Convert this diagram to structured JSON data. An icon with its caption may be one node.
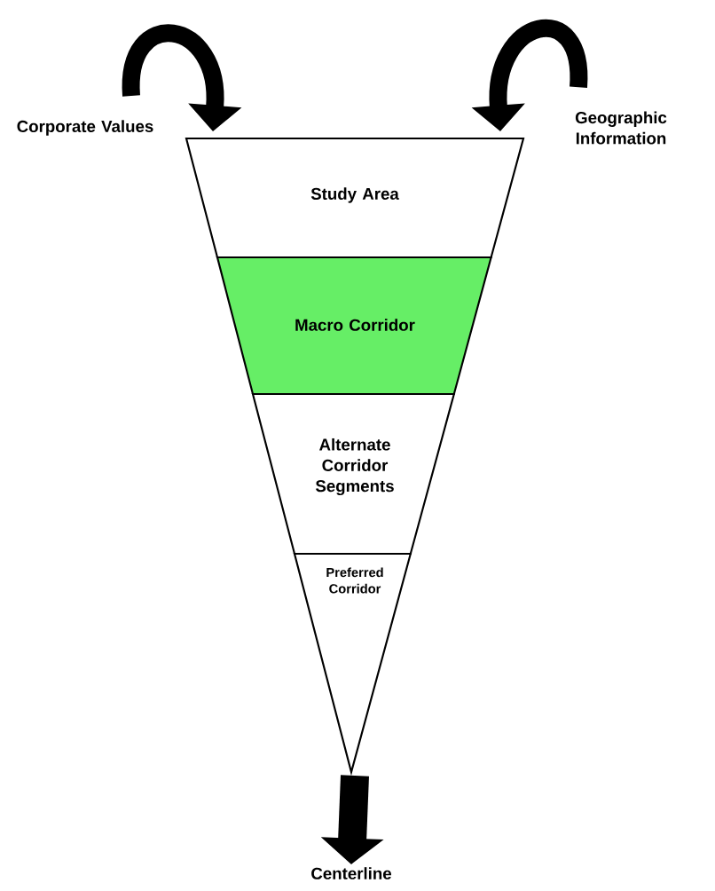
{
  "diagram": {
    "nodes": [
      {
        "text": [
          "Corporate Values"
        ]
      },
      {
        "text": [
          "Geographic Information"
        ]
      },
      {
        "text": [
          "Study Area"
        ]
      },
      {
        "text": [
          "Macro Corridor"
        ]
      },
      {
        "text": [
          "Alternate Corridor Segments"
        ]
      },
      {
        "text": [
          "Preferred Corridor"
        ]
      },
      {
        "text": [
          "Centerline"
        ]
      }
    ],
    "edges": [
      {
        "from": 0,
        "to": 2,
        "arrow": "to"
      },
      {
        "from": 1,
        "to": 2,
        "arrow": "to"
      },
      {
        "from": 5,
        "to": 6,
        "arrow": "to"
      }
    ]
  }
}
